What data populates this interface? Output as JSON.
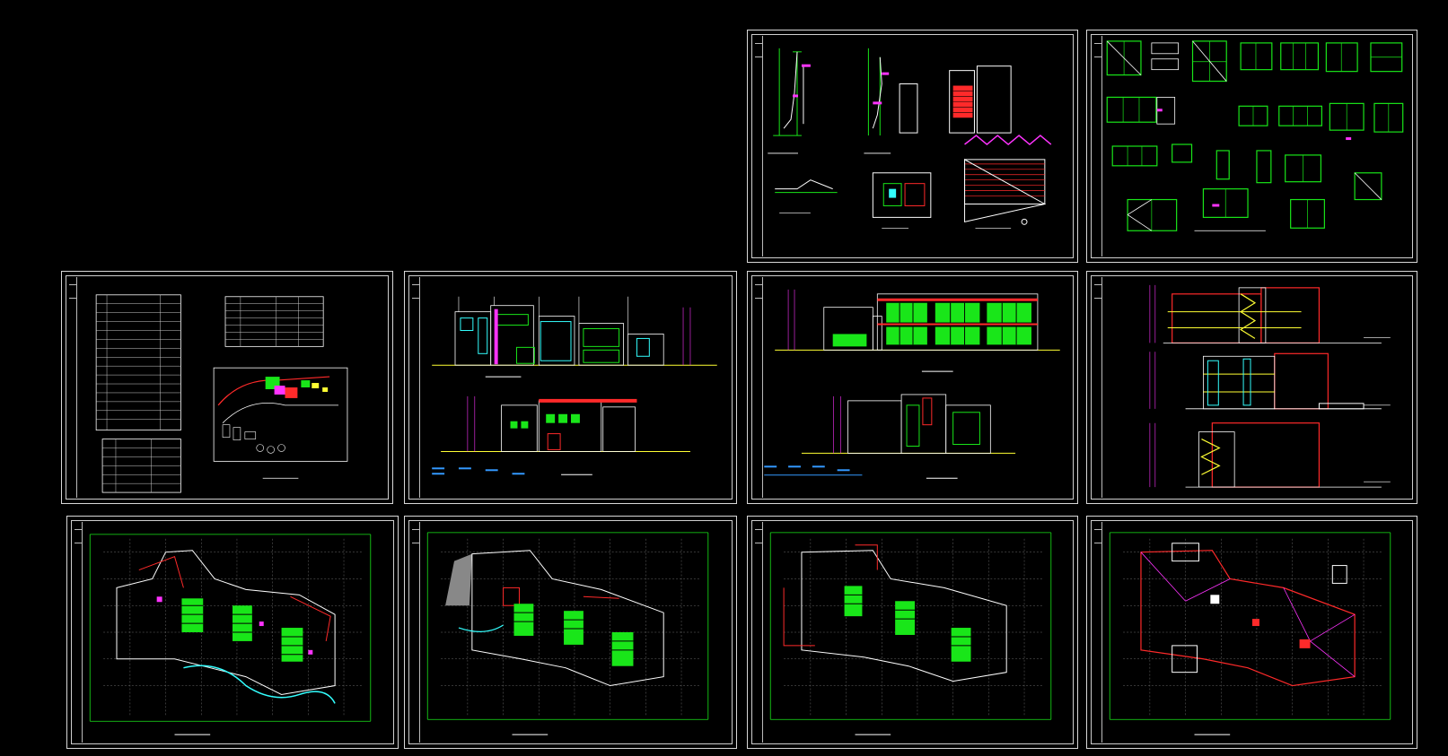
{
  "canvas": {
    "background": "#000000"
  },
  "palette": {
    "frame": "#d8d8d8",
    "green": "#19e619",
    "lime": "#b7ff00",
    "magenta": "#ff33ff",
    "red": "#ff2a2a",
    "cyan": "#33ffff",
    "yellow": "#ffff33",
    "white": "#ffffff",
    "grey": "#888888"
  },
  "sheets": [
    {
      "id": "detail-sections",
      "kind": "details"
    },
    {
      "id": "window-schedule",
      "kind": "windows"
    },
    {
      "id": "design-notes-site-plan",
      "kind": "notes"
    },
    {
      "id": "elevations-a",
      "kind": "elevations"
    },
    {
      "id": "elevations-b",
      "kind": "elevations"
    },
    {
      "id": "sections",
      "kind": "sections"
    },
    {
      "id": "floor-plan-1",
      "kind": "plan"
    },
    {
      "id": "floor-plan-2",
      "kind": "plan"
    },
    {
      "id": "floor-plan-3",
      "kind": "plan"
    },
    {
      "id": "roof-plan",
      "kind": "roof"
    }
  ]
}
